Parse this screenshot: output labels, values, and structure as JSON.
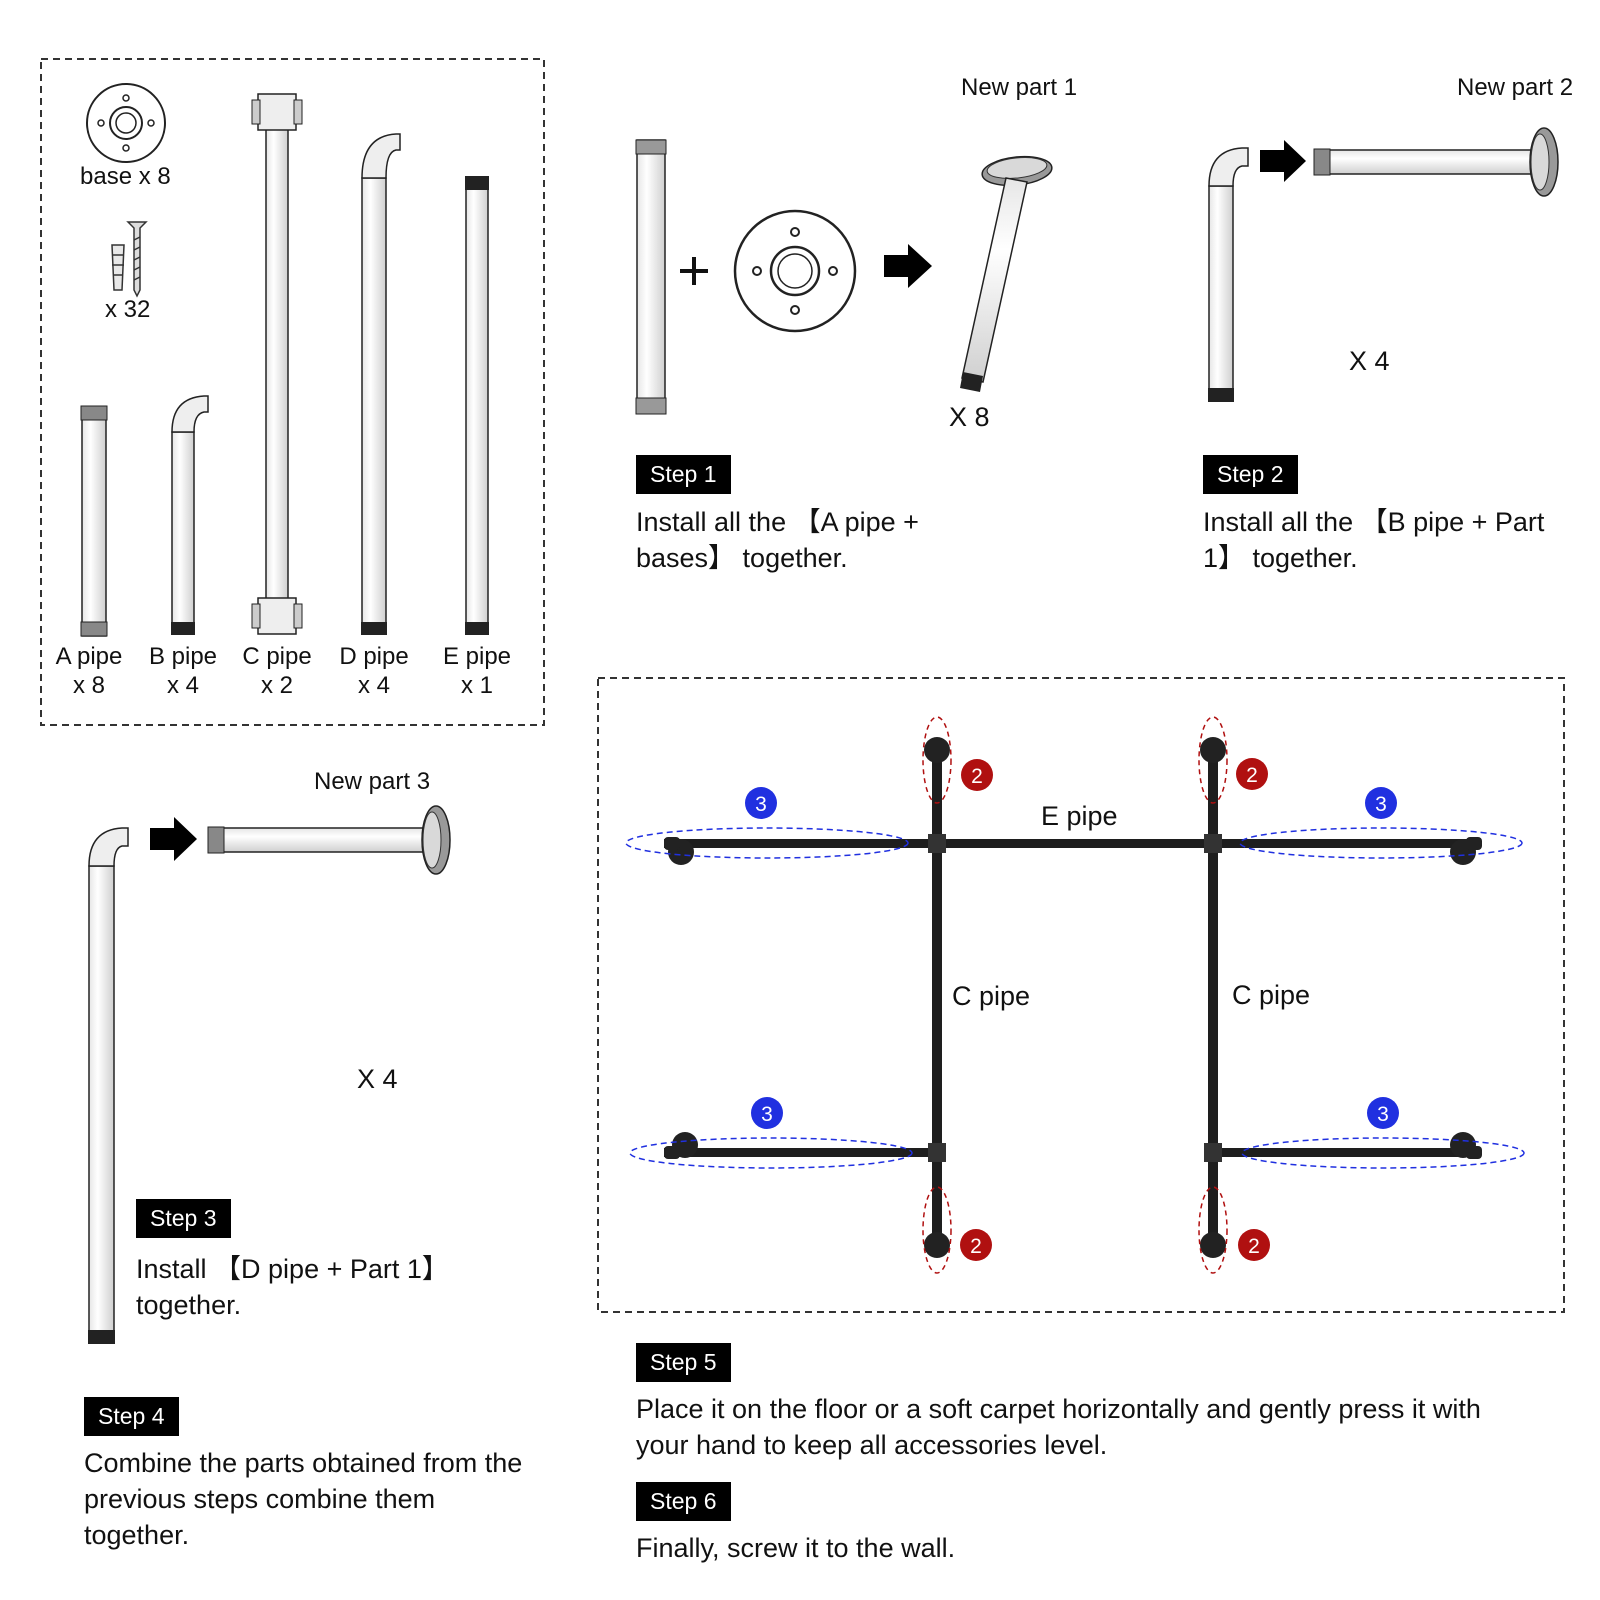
{
  "parts": {
    "base_label": "base x 8",
    "screws_count": "x 32",
    "items": [
      {
        "name": "A pipe",
        "count": "x 8"
      },
      {
        "name": "B pipe",
        "count": "x 4"
      },
      {
        "name": "C pipe",
        "count": "x 2"
      },
      {
        "name": "D pipe",
        "count": "x 4"
      },
      {
        "name": "E pipe",
        "count": "x 1"
      }
    ]
  },
  "step1": {
    "badge": "Step 1",
    "new_part": "New part 1",
    "multiplier": "X 8",
    "text": "Install all the 【A pipe + bases】 together."
  },
  "step2": {
    "badge": "Step 2",
    "new_part": "New part 2",
    "multiplier": "X 4",
    "text": "Install all the 【B pipe + Part 1】 together."
  },
  "step3": {
    "badge": "Step 3",
    "new_part": "New part 3",
    "multiplier": "X 4",
    "text": "Install 【D pipe + Part 1】 together."
  },
  "step4": {
    "badge": "Step 4",
    "text": "Combine the parts obtained from the previous steps combine them together."
  },
  "assembly": {
    "e_pipe": "E pipe",
    "c_pipe_left": "C pipe",
    "c_pipe_right": "C pipe",
    "marker_2": "2",
    "marker_3": "3",
    "color_marker_2": "#b01010",
    "color_marker_3": "#2030e0"
  },
  "step5": {
    "badge": "Step 5",
    "text": "Place it on the floor or a soft carpet horizontally and gently press it with your hand to keep all accessories level."
  },
  "step6": {
    "badge": "Step 6",
    "text": "Finally, screw it to the wall."
  }
}
